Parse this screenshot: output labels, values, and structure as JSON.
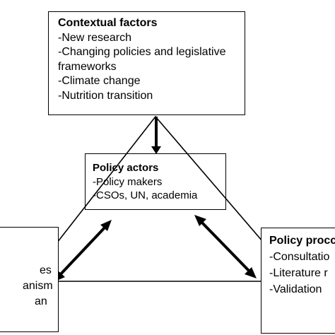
{
  "context_box": {
    "title": "Contextual factors",
    "items": [
      "-New research",
      "-Changing policies and legislative",
      "frameworks",
      "-Climate change",
      "-Nutrition transition"
    ]
  },
  "actors_box": {
    "title": "Policy actors",
    "items": [
      "-Policy makers",
      "-CSOs, UN, academia"
    ]
  },
  "left_box": {
    "items": [
      "es",
      "anism",
      "an"
    ]
  },
  "right_box": {
    "title": "Policy procc",
    "items": [
      "-Consultatio",
      "-Literature r",
      "-Validation"
    ]
  },
  "colors": {
    "line": "#000000",
    "box_border": "#000000",
    "background": "#ffffff"
  }
}
